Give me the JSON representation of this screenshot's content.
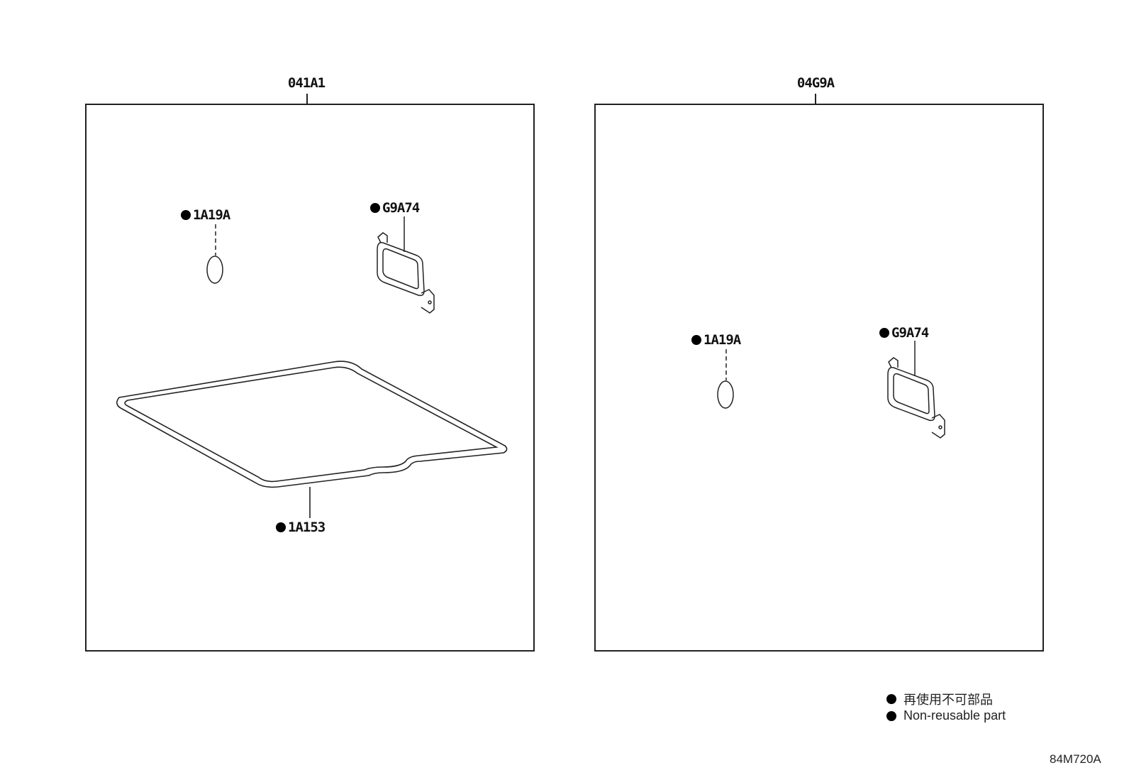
{
  "kits": [
    {
      "code": "041A1",
      "parts": [
        {
          "code": "1A19A",
          "non_reusable": true
        },
        {
          "code": "G9A74",
          "non_reusable": true
        },
        {
          "code": "1A153",
          "non_reusable": true
        }
      ]
    },
    {
      "code": "04G9A",
      "parts": [
        {
          "code": "1A19A",
          "non_reusable": true
        },
        {
          "code": "G9A74",
          "non_reusable": true
        }
      ]
    }
  ],
  "legend": {
    "symbol": "filled-circle",
    "japanese": "再使用不可部品",
    "english": "Non-reusable part"
  },
  "figure_code": "84M720A"
}
